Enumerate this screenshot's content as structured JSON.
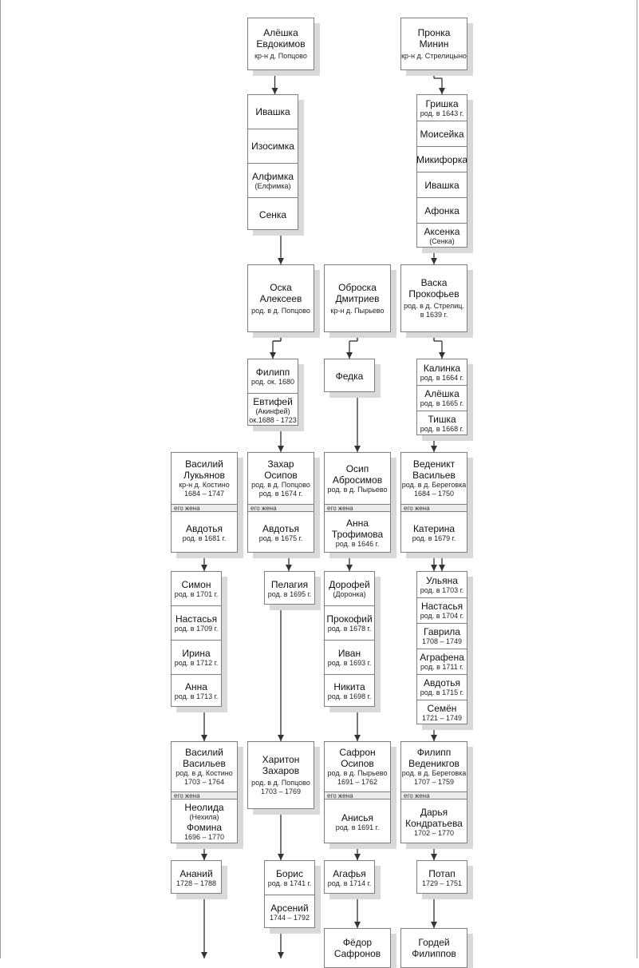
{
  "tree": {
    "root_left": {
      "name_lines": [
        "Алёшка",
        "Евдокимов"
      ],
      "note_lines": [
        "кр-н д. Попцово"
      ]
    },
    "root_right": {
      "name_lines": [
        "Пронка",
        "Минин"
      ],
      "note_lines": [
        "кр-н д. Стрелицыно"
      ]
    },
    "children_aleshka": [
      {
        "name": "Ивашка",
        "notes": []
      },
      {
        "name": "Изосимка",
        "notes": []
      },
      {
        "name": "Алфимка",
        "notes": [
          "(Елфимка)"
        ]
      },
      {
        "name": "Сенка",
        "notes": []
      }
    ],
    "children_pronka": [
      {
        "name": "Гришка",
        "notes": [
          "род. в 1643 г."
        ]
      },
      {
        "name": "Моисейка",
        "notes": []
      },
      {
        "name": "Микифорка",
        "notes": []
      },
      {
        "name": "Ивашка",
        "notes": []
      },
      {
        "name": "Афонка",
        "notes": []
      },
      {
        "name": "Аксенка",
        "notes": [
          "(Сенка)"
        ]
      }
    ],
    "oska": {
      "name_lines": [
        "Оска",
        "Алексеев"
      ],
      "note_lines": [
        "род. в д. Попцово"
      ]
    },
    "obroska": {
      "name_lines": [
        "Оброска",
        "Дмитриев"
      ],
      "note_lines": [
        "кр-н д. Пырьево"
      ]
    },
    "vaska": {
      "name_lines": [
        "Васка",
        "Прокофьев"
      ],
      "note_lines": [
        "род. в д. Стрелиц.",
        "в 1639 г."
      ]
    },
    "children_oska": [
      {
        "name": "Филипп",
        "notes": [
          "род. ок. 1680"
        ]
      },
      {
        "name": "Евтифей",
        "notes": [
          "(Акинфей)",
          "ок.1688 - 1723"
        ]
      }
    ],
    "children_obroska": [
      {
        "name": "Федка",
        "notes": []
      }
    ],
    "children_vaska": [
      {
        "name": "Калинка",
        "notes": [
          "род. в 1664 г."
        ]
      },
      {
        "name": "Алёшка",
        "notes": [
          "род. в 1665 г."
        ]
      },
      {
        "name": "Тишка",
        "notes": [
          "род. в 1668 г."
        ]
      }
    ],
    "spouse_label": "его жена",
    "couples_gen4": [
      {
        "husband_lines": [
          "Василий",
          "Лукьянов"
        ],
        "husband_notes": [
          "кр-н д. Костино",
          "1684 – 1747"
        ],
        "wife_lines": [
          "Авдотья"
        ],
        "wife_notes": [
          "род. в 1681 г."
        ]
      },
      {
        "husband_lines": [
          "Захар",
          "Осипов"
        ],
        "husband_notes": [
          "род. в д. Попцово",
          "род. в 1674 г."
        ],
        "wife_lines": [
          "Авдотья"
        ],
        "wife_notes": [
          "род. в 1675 г."
        ]
      },
      {
        "husband_lines": [
          "Осип",
          "Абросимов"
        ],
        "husband_notes": [
          "род. в д. Пырьево"
        ],
        "wife_lines": [
          "Анна",
          "Трофимова"
        ],
        "wife_notes": [
          "род. в 1646 г."
        ]
      },
      {
        "husband_lines": [
          "Веденикт",
          "Васильев"
        ],
        "husband_notes": [
          "род. в д. Береговка",
          "1684 – 1750"
        ],
        "wife_lines": [
          "Катерина"
        ],
        "wife_notes": [
          "род. в 1679 г."
        ]
      }
    ],
    "children_vasiliy_l": [
      {
        "name": "Симон",
        "notes": [
          "род. в 1701 г."
        ]
      },
      {
        "name": "Настасья",
        "notes": [
          "род. в 1709 г."
        ]
      },
      {
        "name": "Ирина",
        "notes": [
          "род. в 1712 г."
        ]
      },
      {
        "name": "Анна",
        "notes": [
          "род. в 1713 г."
        ]
      }
    ],
    "children_zakhar": [
      {
        "name": "Пелагия",
        "notes": [
          "род. в 1695 г."
        ]
      }
    ],
    "children_osip": [
      {
        "name": "Дорофей",
        "notes": [
          "(Доронка)"
        ]
      },
      {
        "name": "Прокофий",
        "notes": [
          "род. в 1678 г."
        ]
      },
      {
        "name": "Иван",
        "notes": [
          "род. в 1693 г."
        ]
      },
      {
        "name": "Никита",
        "notes": [
          "род. в 1698 г."
        ]
      }
    ],
    "children_vedenikt": [
      {
        "name": "Ульяна",
        "notes": [
          "род. в 1703 г."
        ]
      },
      {
        "name": "Настасья",
        "notes": [
          "род. в 1704 г."
        ]
      },
      {
        "name": "Гаврила",
        "notes": [
          "1708 – 1749"
        ]
      },
      {
        "name": "Аграфена",
        "notes": [
          "род. в 1711 г."
        ]
      },
      {
        "name": "Авдотья",
        "notes": [
          "род. в 1715 г."
        ]
      },
      {
        "name": "Семён",
        "notes": [
          "1721 – 1749"
        ]
      }
    ],
    "vasiliy_v": {
      "husband_lines": [
        "Василий",
        "Васильев"
      ],
      "husband_notes": [
        "род. в д. Костино",
        "1703 – 1764"
      ],
      "wife_lines": [
        "Неолида"
      ],
      "wife_sub": [
        "(Нехила)"
      ],
      "wife_lines2": [
        "Фомина"
      ],
      "wife_notes": [
        "1696 – 1770"
      ]
    },
    "khariton": {
      "name_lines": [
        "Харитон",
        "Захаров"
      ],
      "note_lines": [
        "род. в д. Попцово",
        "1703 – 1769"
      ]
    },
    "safron": {
      "husband_lines": [
        "Сафрон",
        "Осипов"
      ],
      "husband_notes": [
        "род. в д. Пырьево",
        "1691 – 1762"
      ],
      "wife_lines": [
        "Анисья"
      ],
      "wife_notes": [
        "род. в 1691 г."
      ]
    },
    "filipp_v": {
      "husband_lines": [
        "Филипп",
        "Веденикгов"
      ],
      "husband_notes": [
        "род. в д. Береговка",
        "1707 – 1759"
      ],
      "wife_lines": [
        "Дарья",
        "Кондратьева"
      ],
      "wife_notes": [
        "1702 – 1770"
      ]
    },
    "children_vasiliy_v": [
      {
        "name": "Ананий",
        "notes": [
          "1728 – 1788"
        ]
      }
    ],
    "children_khariton": [
      {
        "name": "Борис",
        "notes": [
          "род. в 1741 г."
        ]
      },
      {
        "name": "Арсений",
        "notes": [
          "1744 – 1792"
        ]
      }
    ],
    "children_safron": [
      {
        "name": "Агафья",
        "notes": [
          "род. в 1714 г."
        ]
      }
    ],
    "children_filipp": [
      {
        "name": "Потап",
        "notes": [
          "1729 – 1751"
        ]
      }
    ],
    "fedor": {
      "name_lines": [
        "Фёдор",
        "Сафронов"
      ],
      "note_lines": []
    },
    "gordey": {
      "name_lines": [
        "Гордей",
        "Филиппов"
      ],
      "note_lines": []
    }
  }
}
